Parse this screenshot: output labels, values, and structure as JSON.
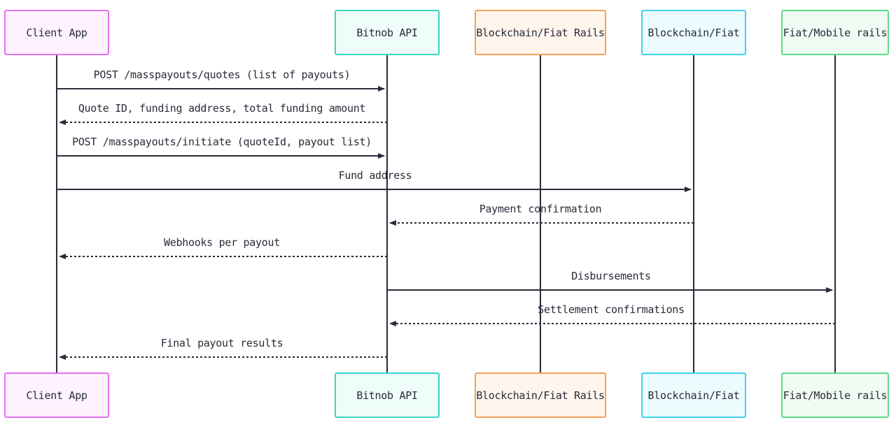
{
  "participants": [
    {
      "id": "client",
      "label": "Client App",
      "border": "#e571f0",
      "fill": "#fdf2fe"
    },
    {
      "id": "bitnob",
      "label": "Bitnob API",
      "border": "#3dd4c4",
      "fill": "#eefcfa"
    },
    {
      "id": "rails",
      "label": "Blockchain/Fiat Rails",
      "border": "#f2a15a",
      "fill": "#fff5ec"
    },
    {
      "id": "chain",
      "label": "Blockchain/Fiat",
      "border": "#3fd2e8",
      "fill": "#ecfcfe"
    },
    {
      "id": "mobile",
      "label": "Fiat/Mobile rails",
      "border": "#5fd88c",
      "fill": "#effbf3"
    }
  ],
  "messages": [
    {
      "from": "client",
      "to": "bitnob",
      "label": "POST /masspayouts/quotes (list of payouts)",
      "style": "solid"
    },
    {
      "from": "bitnob",
      "to": "client",
      "label": "Quote ID, funding address, total funding amount",
      "style": "dashed"
    },
    {
      "from": "client",
      "to": "bitnob",
      "label": "POST /masspayouts/initiate (quoteId, payout list)",
      "style": "solid"
    },
    {
      "from": "client",
      "to": "chain",
      "label": "Fund address",
      "style": "solid"
    },
    {
      "from": "chain",
      "to": "bitnob",
      "label": "Payment confirmation",
      "style": "dashed"
    },
    {
      "from": "bitnob",
      "to": "client",
      "label": "Webhooks per payout",
      "style": "dashed"
    },
    {
      "from": "bitnob",
      "to": "mobile",
      "label": "Disbursements",
      "style": "solid"
    },
    {
      "from": "mobile",
      "to": "bitnob",
      "label": "Settlement confirmations",
      "style": "dashed"
    },
    {
      "from": "bitnob",
      "to": "client",
      "label": "Final payout results",
      "style": "dashed"
    }
  ],
  "colors": {
    "line": "#2b2b3a",
    "text": "#2b2b3a",
    "background": "#ffffff"
  }
}
